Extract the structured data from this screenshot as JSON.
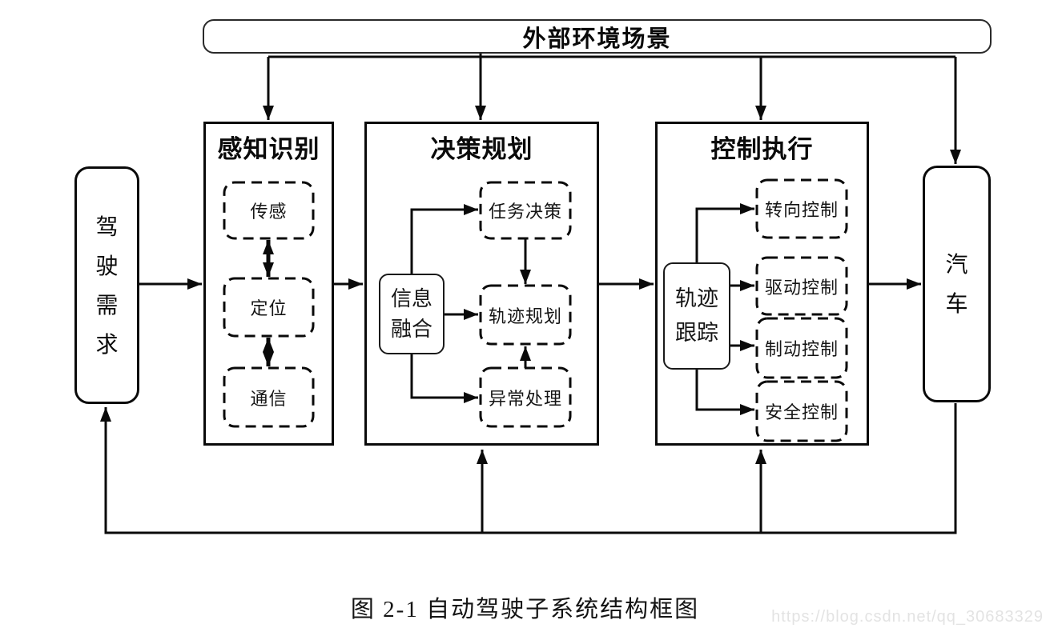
{
  "diagram": {
    "external_env": "外部环境场景",
    "driving_demand": "驾驶需求",
    "vehicle": "汽车",
    "perception": {
      "title": "感知识别",
      "items": [
        {
          "label": "传感"
        },
        {
          "label": "定位"
        },
        {
          "label": "通信"
        }
      ]
    },
    "decision": {
      "title": "决策规划",
      "fusion": "信息融合",
      "items": [
        {
          "label": "任务决策"
        },
        {
          "label": "轨迹规划"
        },
        {
          "label": "异常处理"
        }
      ]
    },
    "control": {
      "title": "控制执行",
      "tracking": "轨迹跟踪",
      "items": [
        {
          "label": "转向控制"
        },
        {
          "label": "驱动控制"
        },
        {
          "label": "制动控制"
        },
        {
          "label": "安全控制"
        }
      ]
    }
  },
  "caption": "图 2-1 自动驾驶子系统结构框图",
  "watermark": "https://blog.csdn.net/qq_30683329",
  "colors": {
    "line": "#0a0a0a",
    "watermark": "#e3e3e3"
  }
}
